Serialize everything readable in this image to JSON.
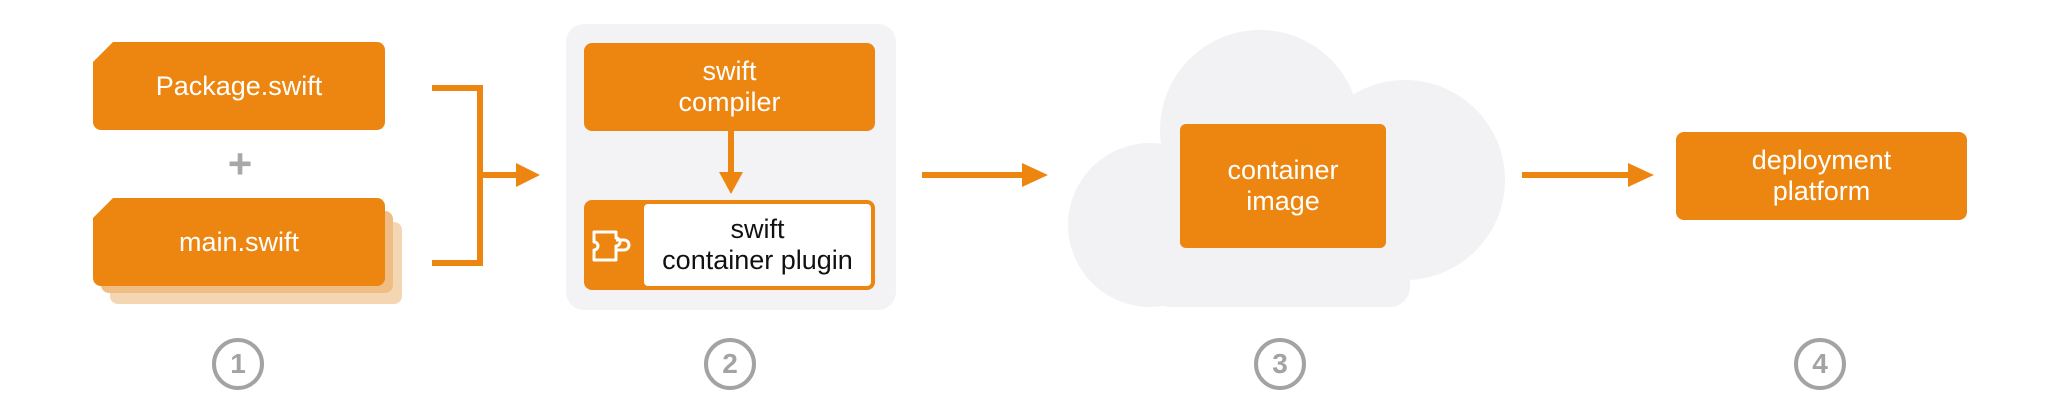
{
  "colors": {
    "accent": "#EC8611",
    "panel": "#f3f3f5",
    "cloud": "#f2f2f4",
    "step_circle": "#a3a3a3"
  },
  "step1": {
    "package_file_label": "Package.swift",
    "plus_sign": "+",
    "main_file_label": "main.swift",
    "number": "1"
  },
  "step2": {
    "compiler_label": "swift\ncompiler",
    "plugin_label": "swift\ncontainer plugin",
    "plugin_icon": "puzzle-piece-icon",
    "number": "2"
  },
  "step3": {
    "image_label": "container\nimage",
    "number": "3"
  },
  "step4": {
    "platform_label": "deployment\nplatform",
    "number": "4"
  }
}
